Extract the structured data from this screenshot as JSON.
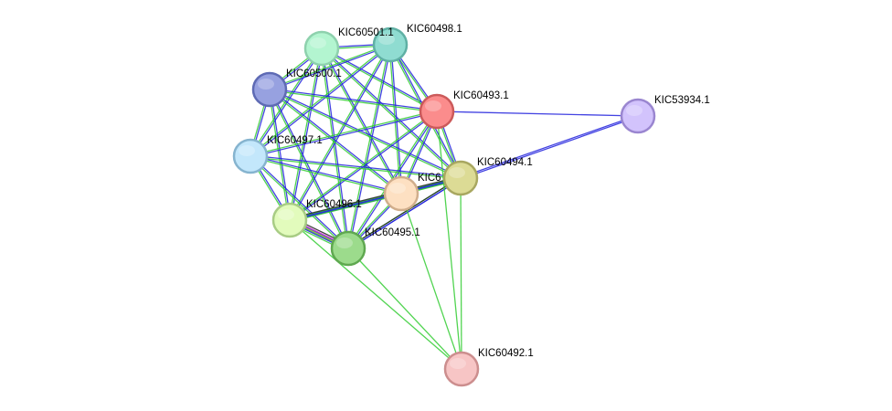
{
  "network": {
    "nodes": [
      {
        "id": "KIC60501.1",
        "label": "KIC60501.1",
        "color": "#b3f5d0",
        "stroke": "#8ed1ad"
      },
      {
        "id": "KIC60498.1",
        "label": "KIC60498.1",
        "color": "#8fdcd1",
        "stroke": "#5fb0a4"
      },
      {
        "id": "KIC60500.1",
        "label": "KIC60500.1",
        "color": "#97a1e0",
        "stroke": "#5e6ab4"
      },
      {
        "id": "KIC60493.1",
        "label": "KIC60493.1",
        "color": "#fb8c8c",
        "stroke": "#cc5a5a"
      },
      {
        "id": "KIC53934.1",
        "label": "KIC53934.1",
        "color": "#d2c3fc",
        "stroke": "#9a86d0"
      },
      {
        "id": "KIC60497.1",
        "label": "KIC60497.1",
        "color": "#c3e7fb",
        "stroke": "#86b4cf"
      },
      {
        "id": "KIC60499.1",
        "label": "KIC6",
        "color": "#fde0c2",
        "stroke": "#d0ae8c"
      },
      {
        "id": "KIC60494.1",
        "label": "KIC60494.1",
        "color": "#dcdb95",
        "stroke": "#a8a760"
      },
      {
        "id": "KIC60496.1",
        "label": "KIC60496.1",
        "color": "#e2fbbc",
        "stroke": "#a8cc84"
      },
      {
        "id": "KIC60495.1",
        "label": "KIC60495.1",
        "color": "#9cdb8c",
        "stroke": "#5fa850"
      },
      {
        "id": "KIC60492.1",
        "label": "KIC60492.1",
        "color": "#f7c5c5",
        "stroke": "#cc8e8e"
      }
    ],
    "edge_colors": {
      "blue": "#2222dd",
      "green": "#33cc33",
      "black": "#222222",
      "purple": "#cc33cc",
      "olive": "#99aa44"
    }
  }
}
